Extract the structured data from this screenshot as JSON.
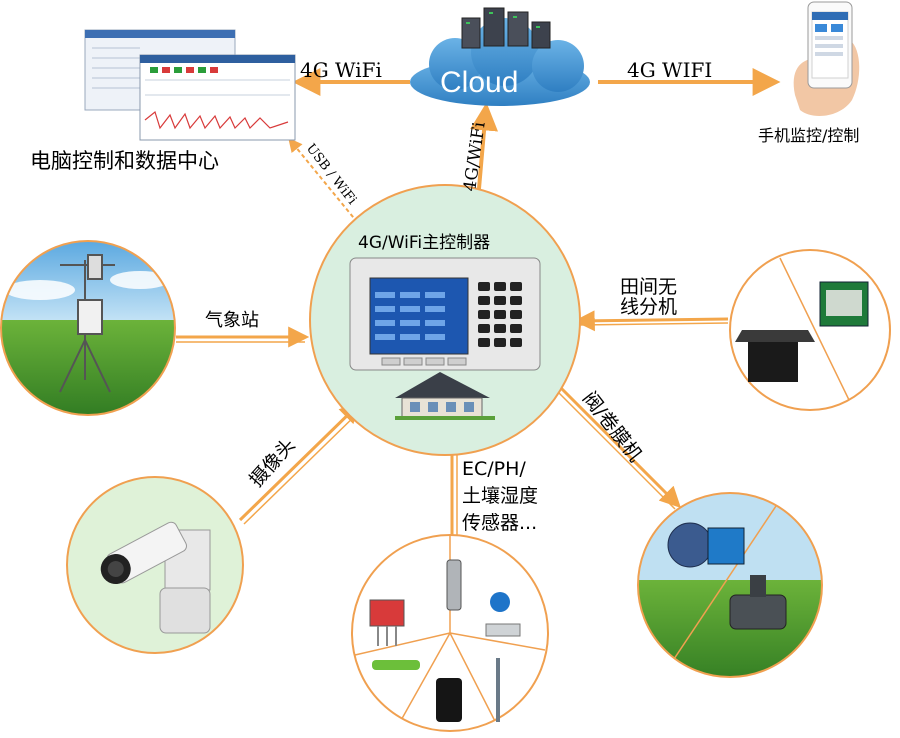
{
  "colors": {
    "arrow": "#f3a64a",
    "circle_stroke": "#f0a050",
    "hub_fill": "#d9efe0",
    "cloud_fill": "#3f8fd0",
    "sky": "#8ec7ec",
    "grass": "#4a9a2e"
  },
  "hub": {
    "title": "4G/WiFi主控制器"
  },
  "cloud": {
    "label": "Cloud"
  },
  "links": {
    "cloud_to_pc": "4G WiFi",
    "cloud_to_phone": "4G WIFI",
    "hub_to_cloud": "4G/WiFi",
    "hub_to_pc": "USB / WiFi",
    "weather": "气象站",
    "field_unit": [
      "田间无",
      "线分机"
    ],
    "camera": "摄像头",
    "sensors": [
      "EC/PH/",
      "土壤湿度",
      "传感器..."
    ],
    "valve": "阀/卷膜机"
  },
  "nodes": {
    "pc_caption": "电脑控制和数据中心",
    "phone_caption": "手机监控/控制"
  },
  "icons": [
    "cloud-icon",
    "server-icon",
    "monitor-screenshot-icon",
    "smartphone-icon",
    "controller-icon",
    "house-icon",
    "weather-station-icon",
    "field-unit-icon",
    "camera-icon",
    "sensor-icon",
    "valve-icon"
  ]
}
